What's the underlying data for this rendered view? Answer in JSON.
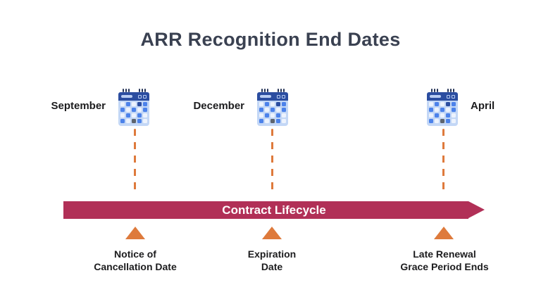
{
  "title": "ARR Recognition End Dates",
  "colors": {
    "background": "#FFFFFF",
    "title": "#3A4151",
    "text": "#1C1C1E",
    "orange": "#DE7A3C",
    "crimson": "#B13057",
    "bar_text": "#FFFFFF",
    "cal_header": "#2B4DA0",
    "cal_body": "#C3D7F6",
    "cal_rings": "#243356"
  },
  "timeline": {
    "bar_label": "Contract Lifecycle",
    "milestones": [
      {
        "month": "September",
        "event": "Notice of\nCancellation Date"
      },
      {
        "month": "December",
        "event": "Expiration\nDate"
      },
      {
        "month": "April",
        "event": "Late Renewal\nGrace Period Ends"
      }
    ]
  },
  "calendar_icon": {
    "cell_colors": {
      "w": "#EDF3FD",
      "b": "#4C82EA",
      "n": "#2B4DA0",
      "g": "#5D646E"
    },
    "grid": [
      "wbwnb",
      "bwbwb",
      "wbwbw",
      "bwgbw"
    ]
  }
}
